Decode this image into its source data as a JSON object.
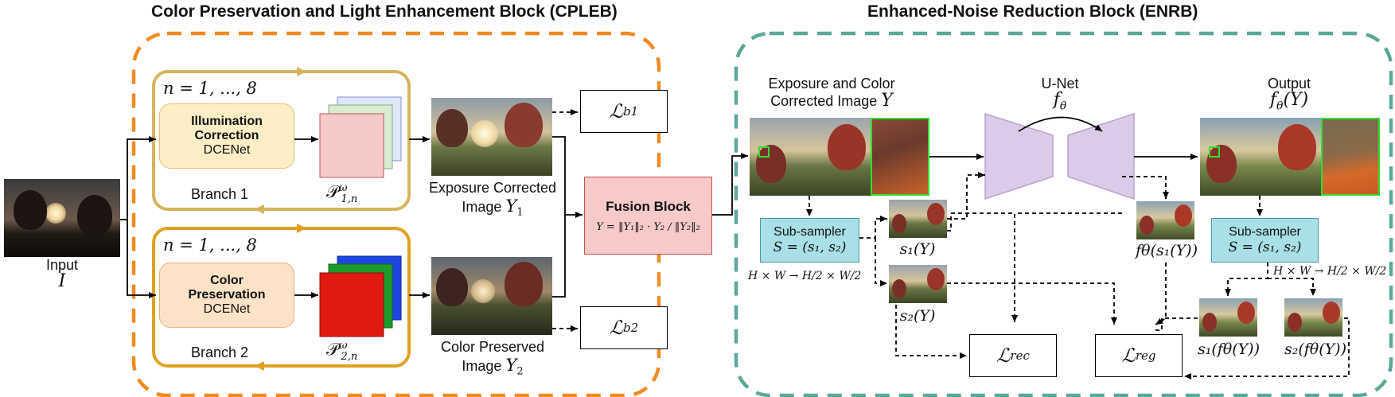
{
  "titles": {
    "cpleb": "Color Preservation and Light Enhancement Block (CPLEB)",
    "enrb": "Enhanced-Noise Reduction Block (ENRB)"
  },
  "input": {
    "line1": "Input",
    "symbol": "I"
  },
  "branch1": {
    "loop": "n = 1, ..., 8",
    "module_title_1": "Illumination",
    "module_title_2": "Correction",
    "module_net": "DCENet",
    "name": "Branch 1",
    "param_base": "𝒫",
    "param_sup": "ω",
    "param_sub": "1,n"
  },
  "branch2": {
    "loop": "n = 1, ..., 8",
    "module_title_1": "Color",
    "module_title_2": "Preservation",
    "module_net": "DCENet",
    "name": "Branch 2",
    "param_base": "𝒫",
    "param_sup": "ω",
    "param_sub": "2,n"
  },
  "exposure_corrected": {
    "line1": "Exposure Corrected",
    "line2": "Image",
    "symbol": "Y",
    "sub": "1"
  },
  "color_preserved": {
    "line1": "Color Preserved",
    "line2": "Image",
    "symbol": "Y",
    "sub": "2"
  },
  "loss_b1": {
    "base": "ℒ",
    "sub": "b1"
  },
  "loss_b2": {
    "base": "ℒ",
    "sub": "b2"
  },
  "fusion": {
    "title": "Fusion Block",
    "formula": "Y = ‖Y₁‖₂ · Y₂ / ‖Y₂‖₂"
  },
  "enrb_input": {
    "line1": "Exposure and Color",
    "line2": "Corrected Image",
    "symbol": "Y"
  },
  "unet": {
    "label": "U-Net",
    "symbol": "f",
    "sub": "θ"
  },
  "output": {
    "label": "Output",
    "expr": "f",
    "sub": "θ",
    "arg": "(Y)"
  },
  "subsampler_left": {
    "title": "Sub-sampler",
    "formula": "S = (s₁, s₂)"
  },
  "subsampler_right": {
    "title": "Sub-sampler",
    "formula": "S = (s₁, s₂)"
  },
  "downsample_left": "H × W → H/2 × W/2",
  "downsample_right": "H × W → H/2 × W/2",
  "s1y": "s₁(Y)",
  "s2y": "s₂(Y)",
  "fs1y": "fθ(s₁(Y))",
  "s1f": "s₁(fθ(Y))",
  "s2f": "s₂(fθ(Y))",
  "loss_rec": {
    "base": "ℒ",
    "sub": "rec"
  },
  "loss_reg": {
    "base": "ℒ",
    "sub": "reg"
  },
  "colors": {
    "cpleb_border": "#f08a24",
    "enrb_border": "#5aa89a",
    "branch1_border": "#d6b45a",
    "branch2_border": "#e0a020",
    "module_fill": "#fdeec8",
    "module_fill_2": "#fde2c8",
    "fusion_fill": "#f7c9c9",
    "fusion_border": "#c85050",
    "subsampler_fill": "#a9dfe6",
    "unet_fill": "#dccbe8",
    "unet_border": "#b9a2cc",
    "highlight": "#2ee02e"
  }
}
